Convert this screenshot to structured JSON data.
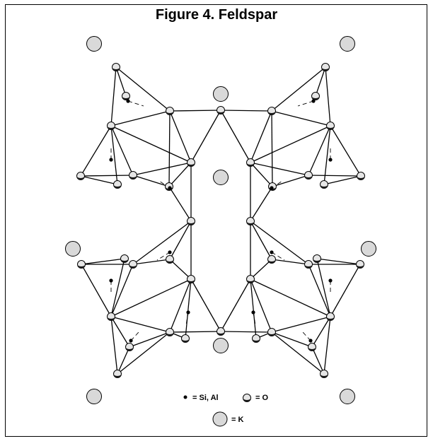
{
  "figure": {
    "title": "Figure 4. Feldspar"
  },
  "legend": {
    "si_al": "= Si, Al",
    "oxygen": "= O",
    "potassium": "= K"
  },
  "colors": {
    "line": "#000000",
    "oxygen_fill": "#e6e6e6",
    "oxygen_shade": "#1a1a1a",
    "potassium_fill": "#d9d9d9",
    "si_al_fill": "#000000"
  }
}
